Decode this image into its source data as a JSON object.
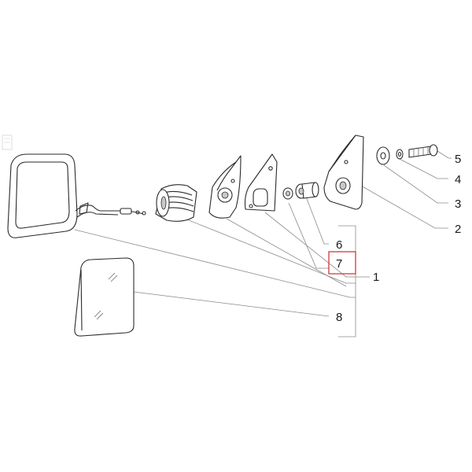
{
  "diagram": {
    "callouts": [
      {
        "number": "1"
      },
      {
        "number": "2"
      },
      {
        "number": "3"
      },
      {
        "number": "4"
      },
      {
        "number": "5"
      },
      {
        "number": "6"
      },
      {
        "number": "7"
      },
      {
        "number": "8"
      }
    ],
    "highlighted_callout": "7",
    "highlight_color": "#d23a3a"
  }
}
